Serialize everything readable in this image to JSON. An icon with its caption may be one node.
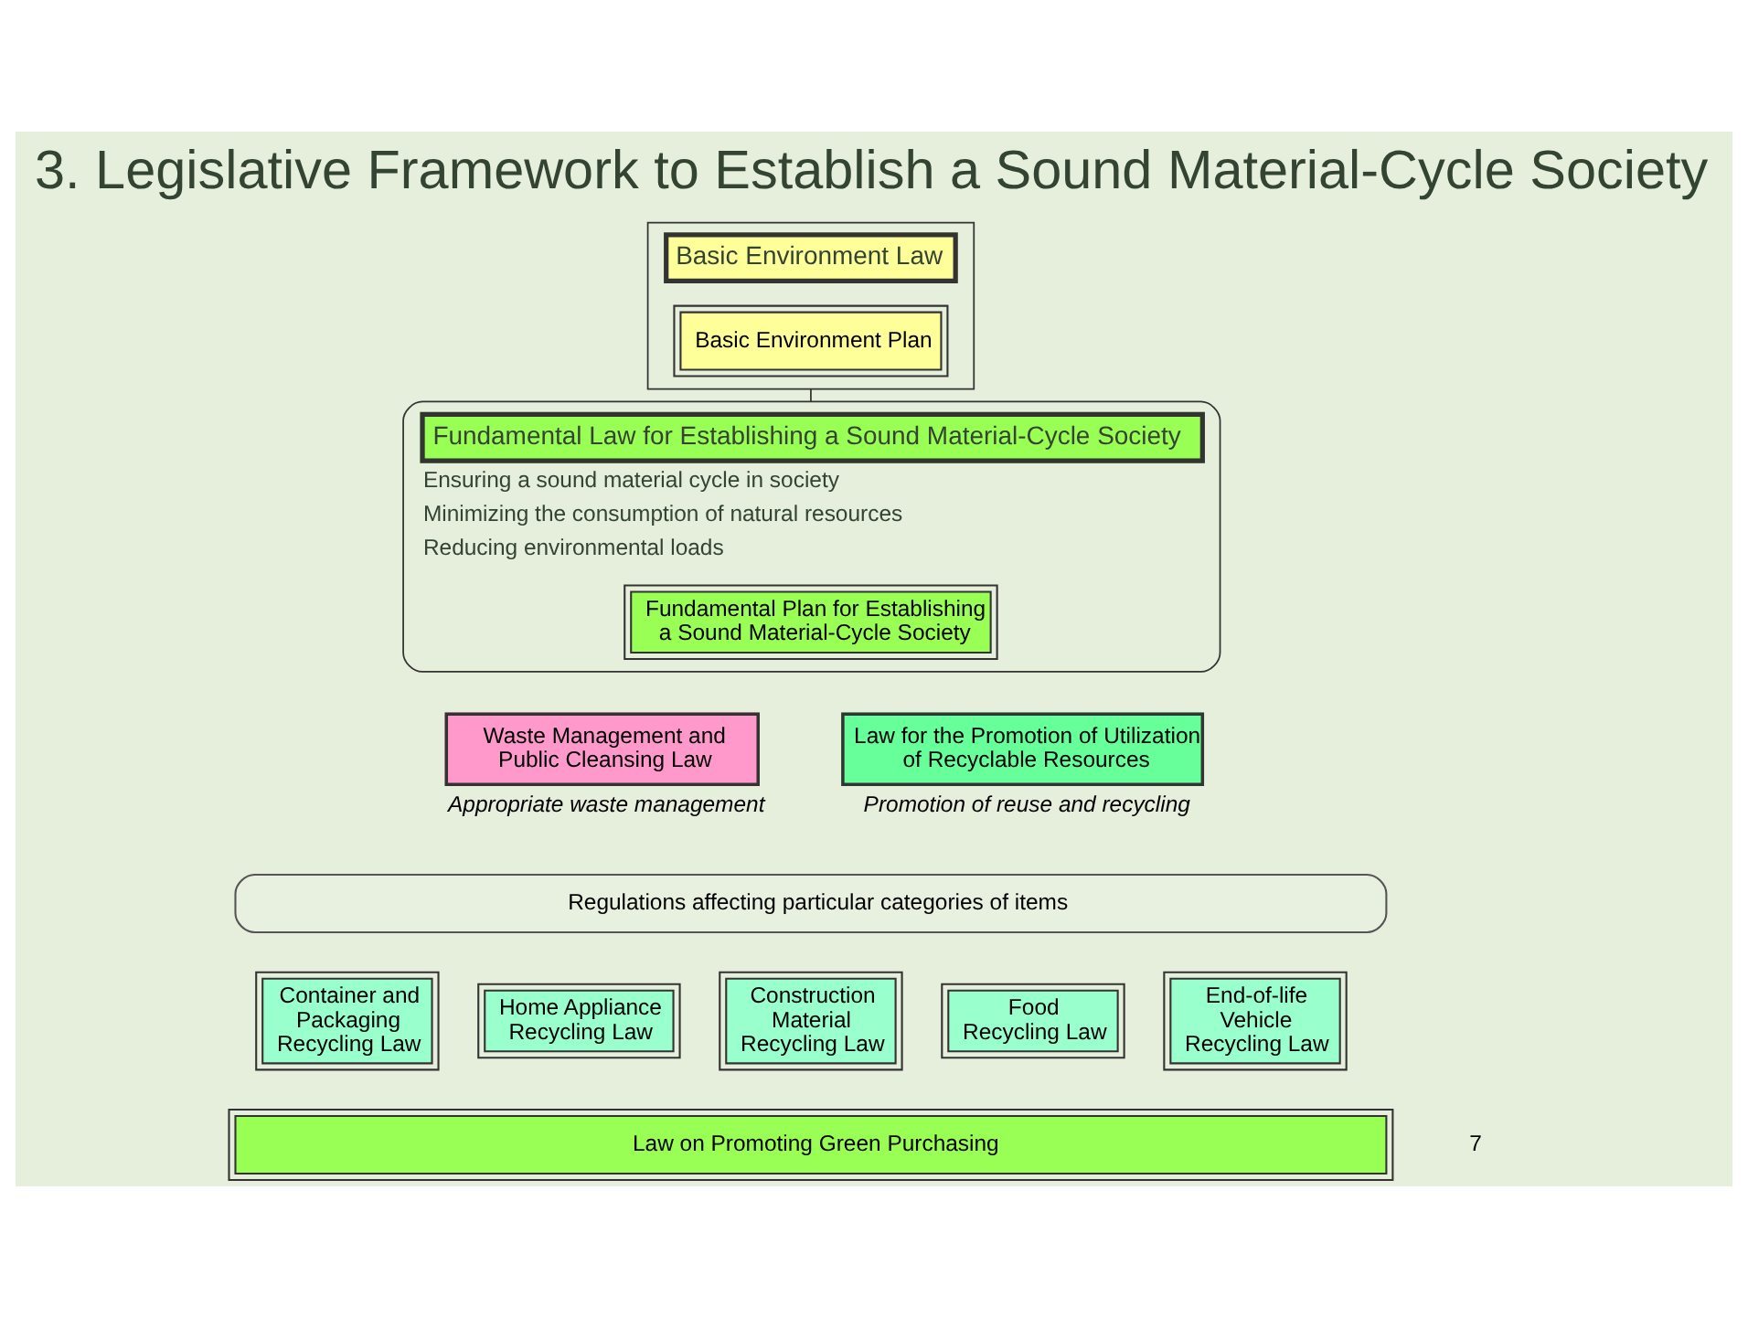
{
  "diagram": {
    "title": "3. Legislative Framework to Establish a Sound Material-Cycle Society",
    "nodes": [
      {
        "text": [
          "Basic Environment Law"
        ]
      },
      {
        "text": [
          "Basic Environment Plan"
        ],
        "in": 0
      },
      {
        "text": [
          "Fundamental Law for Establishing a Sound Material-Cycle Society",
          "Ensuring a sound material cycle in society",
          "Minimizing the consumption of natural resources",
          "Reducing environmental loads"
        ]
      },
      {
        "text": [
          "Fundamental Plan for Establishing a Sound Material-Cycle Society"
        ],
        "in": 2
      },
      {
        "text": [
          "Waste Management and Public Cleansing Law"
        ],
        "beside": [
          "Appropriate waste management"
        ]
      },
      {
        "text": [
          "Law for the Promotion of Utilization of Recyclable Resources"
        ],
        "beside": [
          "Promotion of reuse and recycling"
        ]
      },
      {
        "text": [
          "Regulations affecting particular categories of items"
        ]
      },
      {
        "text": [
          "Container and Packaging Recycling Law"
        ]
      },
      {
        "text": [
          "Home Appliance Recycling Law"
        ]
      },
      {
        "text": [
          "Construction Material Recycling Law"
        ]
      },
      {
        "text": [
          "Food Recycling Law"
        ]
      },
      {
        "text": [
          "End-of-life Vehicle Recycling Law"
        ]
      },
      {
        "text": [
          "Law on Promoting Green Purchasing"
        ]
      }
    ],
    "edges": [
      {
        "from": 0,
        "to": 2,
        "arrow": "none"
      }
    ],
    "labels": [
      "7"
    ]
  }
}
